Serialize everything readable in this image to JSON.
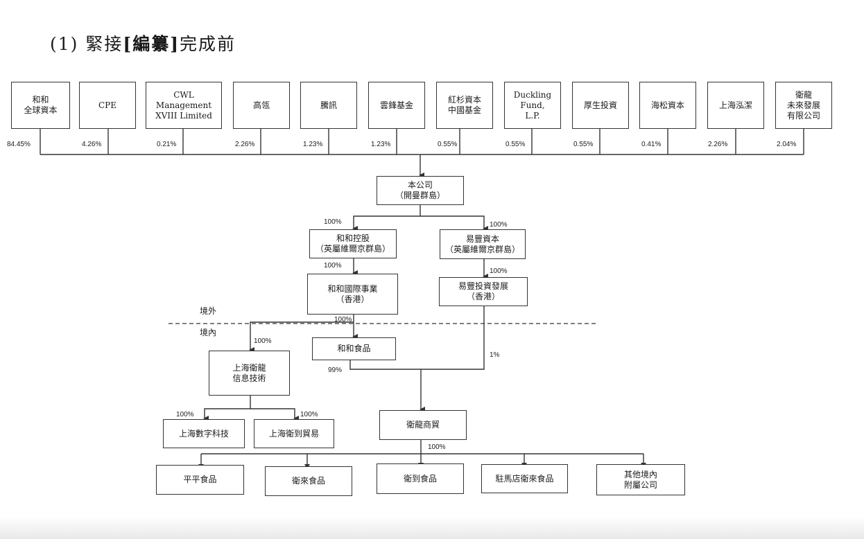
{
  "title": {
    "prefix": "(1)  緊接",
    "bracketed": "[編纂]",
    "suffix": "完成前"
  },
  "shareholders": [
    {
      "name": "和和\n全球資本",
      "pct": "84.45%"
    },
    {
      "name": "CPE",
      "pct": "4.26%"
    },
    {
      "name": "CWL Management\nXVIII Limited",
      "pct": "0.21%"
    },
    {
      "name": "高瓴",
      "pct": "2.26%"
    },
    {
      "name": "騰訊",
      "pct": "1.23%"
    },
    {
      "name": "雲鋒基金",
      "pct": "1.23%"
    },
    {
      "name": "紅杉資本\n中國基金",
      "pct": "0.55%"
    },
    {
      "name": "Duckling\nFund,\nL.P.",
      "pct": "0.55%"
    },
    {
      "name": "厚生投資",
      "pct": "0.55%"
    },
    {
      "name": "海松資本",
      "pct": "0.41%"
    },
    {
      "name": "上海泓潔",
      "pct": "2.26%"
    },
    {
      "name": "衛龍\n未來發展\n有限公司",
      "pct": "2.04%"
    }
  ],
  "company": "本公司\n（開曼群島）",
  "entities": {
    "hehe_holdings": "和和控股\n（英屬維爾京群島）",
    "yifeng_capital": "易豐資本\n（英屬維爾京群島）",
    "hehe_intl": "和和國際事業\n（香港）",
    "yifeng_invest": "易豐投資發展\n（香港）",
    "hehe_food": "和和食品",
    "sh_weilong_it": "上海衛龍\n信息技術",
    "weilong_trade": "衛龍商貿",
    "sh_digital": "上海數字科技",
    "sh_weidao_trade": "上海衛到貿易",
    "pingping": "平平食品",
    "weilai": "衛來食品",
    "weidao": "衛到食品",
    "zhumadian": "駐馬店衛來食品",
    "others": "其他境內\n附屬公司"
  },
  "pcts": {
    "p100a": "100%",
    "p100b": "100%",
    "p100c": "100%",
    "p100d": "100%",
    "p100e": "100%",
    "p100f": "100%",
    "p100g": "100%",
    "p100h": "100%",
    "p100i": "100%",
    "p99": "99%",
    "p1": "1%"
  },
  "zones": {
    "offshore": "境外",
    "onshore": "境內"
  }
}
